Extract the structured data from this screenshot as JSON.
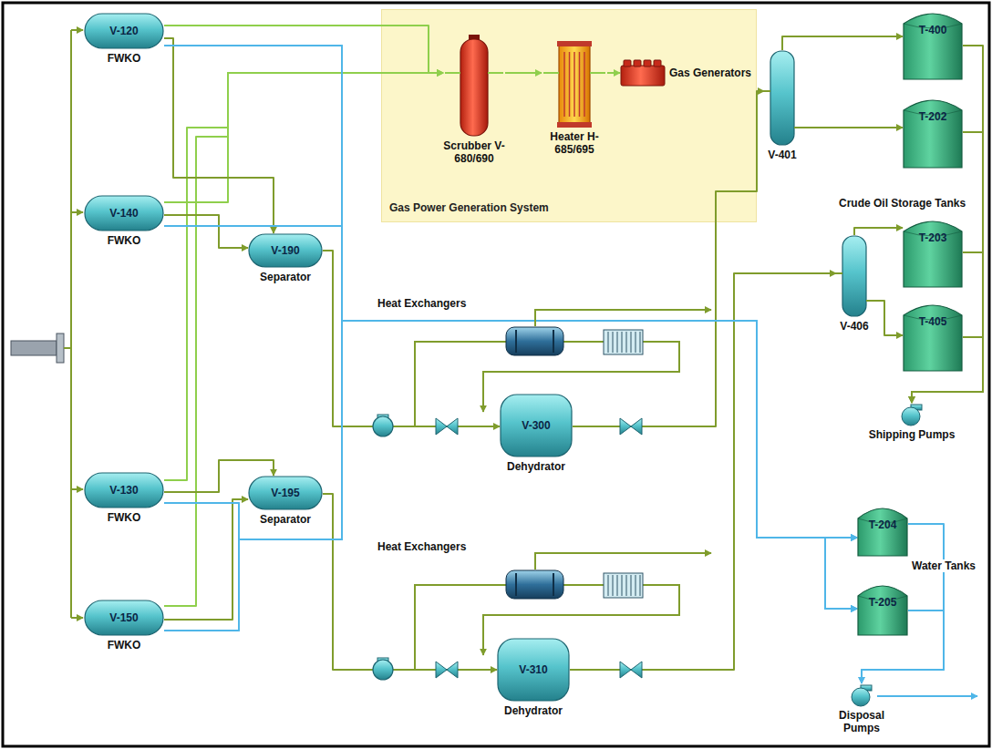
{
  "diagram": {
    "nodes": [
      {
        "text": [
          "V-120",
          "FWKO"
        ]
      },
      {
        "text": [
          "Gas Power Generation System"
        ]
      },
      {
        "text": [
          "Scrubber V-680/690"
        ],
        "in": 1
      },
      {
        "text": [
          "Heater H-685/695"
        ],
        "in": 1
      },
      {
        "text": [
          "Gas Generators"
        ],
        "in": 1
      },
      {
        "text": [
          "V-140",
          "FWKO"
        ]
      },
      {
        "text": [
          "V-190",
          "Separator"
        ]
      },
      {
        "text": [
          "V-401"
        ]
      },
      {
        "text": [
          "T-400"
        ]
      },
      {
        "text": [
          "T-202"
        ]
      },
      {
        "text": [
          "V-300",
          "Dehydrator"
        ]
      },
      {
        "text": [
          "V-406"
        ]
      },
      {
        "text": [
          "T-203"
        ]
      },
      {
        "text": [
          "T-405"
        ]
      },
      {
        "text": [
          "Shipping Pumps"
        ]
      },
      {
        "text": [
          "V-130",
          "FWKO"
        ]
      },
      {
        "text": [
          "V-195",
          "Separator"
        ]
      },
      {
        "text": [
          "T-204"
        ]
      },
      {
        "text": [
          "T-205"
        ]
      },
      {
        "text": [
          "V-310",
          "Dehydrator"
        ]
      },
      {
        "text": [
          "V-150",
          "FWKO"
        ]
      },
      {
        "text": [
          "Disposal Pumps"
        ]
      }
    ],
    "edges": [
      {
        "from": 0,
        "to": 2,
        "arrow": "to"
      },
      {
        "from": 5,
        "to": 2,
        "arrow": "to"
      },
      {
        "from": 15,
        "to": 2,
        "arrow": "to"
      },
      {
        "from": 20,
        "to": 2,
        "arrow": "to"
      },
      {
        "from": 2,
        "to": 3,
        "arrow": "to"
      },
      {
        "from": 3,
        "to": 4,
        "arrow": "to"
      },
      {
        "from": 0,
        "to": 6,
        "arrow": "to"
      },
      {
        "from": 5,
        "to": 6,
        "arrow": "to"
      },
      {
        "from": 15,
        "to": 16,
        "arrow": "to"
      },
      {
        "from": 20,
        "to": 16,
        "arrow": "to"
      },
      {
        "from": 6,
        "to": 10,
        "arrow": "to"
      },
      {
        "from": 16,
        "to": 19,
        "arrow": "to"
      },
      {
        "from": 10,
        "to": 7,
        "arrow": "to"
      },
      {
        "from": 19,
        "to": 11,
        "arrow": "to"
      },
      {
        "from": 7,
        "to": 8,
        "arrow": "to"
      },
      {
        "from": 7,
        "to": 9,
        "arrow": "to"
      },
      {
        "from": 11,
        "to": 12,
        "arrow": "to"
      },
      {
        "from": 11,
        "to": 13,
        "arrow": "to"
      },
      {
        "from": 8,
        "to": 14,
        "arrow": "to"
      },
      {
        "from": 9,
        "to": 14,
        "arrow": "to"
      },
      {
        "from": 12,
        "to": 14,
        "arrow": "to"
      },
      {
        "from": 13,
        "to": 14,
        "arrow": "to"
      },
      {
        "from": 0,
        "to": 17,
        "arrow": "to"
      },
      {
        "from": 5,
        "to": 17,
        "arrow": "to"
      },
      {
        "from": 15,
        "to": 17,
        "arrow": "to"
      },
      {
        "from": 20,
        "to": 17,
        "arrow": "to"
      },
      {
        "from": 0,
        "to": 18,
        "arrow": "to"
      },
      {
        "from": 5,
        "to": 18,
        "arrow": "to"
      },
      {
        "from": 15,
        "to": 18,
        "arrow": "to"
      },
      {
        "from": 20,
        "to": 18,
        "arrow": "to"
      },
      {
        "from": 17,
        "to": 21,
        "arrow": "to"
      },
      {
        "from": 18,
        "to": 21,
        "arrow": "to"
      }
    ],
    "labels": [
      "Crude Oil Storage Tanks",
      "Heat Exchangers",
      "Heat Exchangers",
      "Water Tanks"
    ]
  }
}
